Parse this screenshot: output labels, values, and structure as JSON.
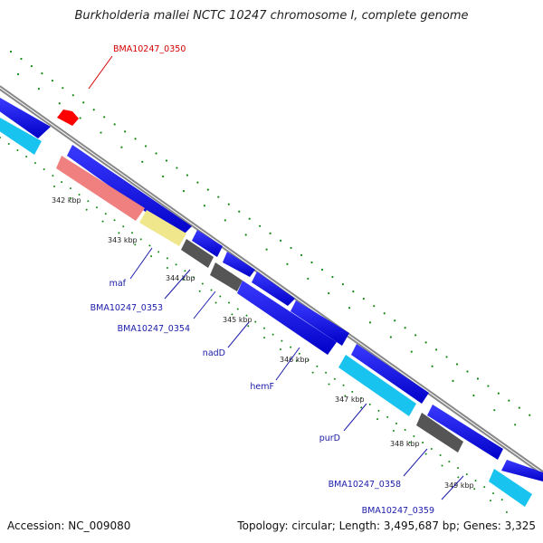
{
  "title": "Burkholderia mallei NCTC 10247 chromosome I, complete genome",
  "footer": {
    "accession_label": "Accession: NC_009080",
    "summary": "Topology: circular; Length: 3,495,687 bp; Genes: 3,325"
  },
  "ticks": [
    "342 kbp",
    "343 kbp",
    "344 kbp",
    "345 kbp",
    "346 kbp",
    "347 kbp",
    "348 kbp",
    "349 kbp"
  ],
  "gene_labels": [
    {
      "text": "BMA10247_0350",
      "color": "#d40000"
    },
    {
      "text": "maf",
      "color": "#1a1aaa"
    },
    {
      "text": "BMA10247_0353",
      "color": "#1a1aaa"
    },
    {
      "text": "BMA10247_0354",
      "color": "#1a1aaa"
    },
    {
      "text": "nadD",
      "color": "#1a1aaa"
    },
    {
      "text": "hemF",
      "color": "#1a1aaa"
    },
    {
      "text": "purD",
      "color": "#1a1aaa"
    },
    {
      "text": "BMA10247_0358",
      "color": "#1a1aaa"
    },
    {
      "text": "BMA10247_0359",
      "color": "#1a1aaa"
    }
  ],
  "colors": {
    "backbone": "#888888",
    "cds_blue": "#0000e6",
    "cds_cyan": "#19c3f0",
    "gene_red": "#ff0000",
    "rna_pink": "#f08080",
    "gene_yellow": "#f0e68c",
    "gene_gray": "#555555",
    "dots": "#118811"
  }
}
